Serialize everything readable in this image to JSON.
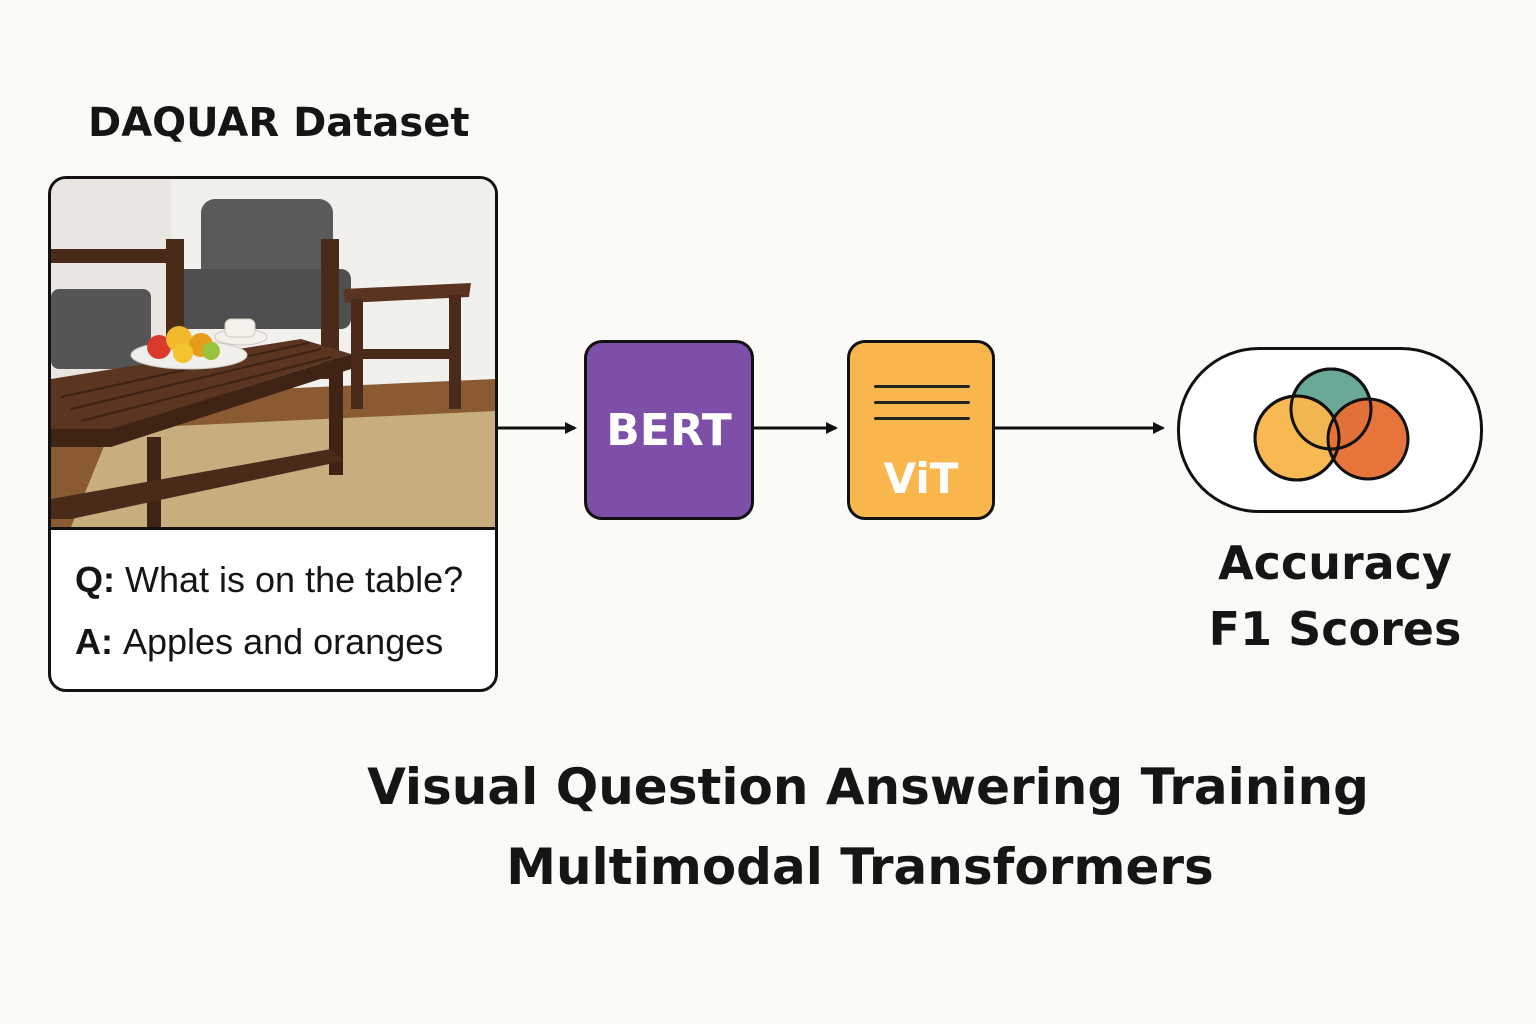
{
  "dataset": {
    "title": "DAQUAR Dataset",
    "question_key": "Q:",
    "question": "What is on the table?",
    "answer_key": "A:",
    "answer": "Apples and oranges"
  },
  "pipeline": {
    "text_encoder": "BERT",
    "vision_encoder": "ViT"
  },
  "metrics": {
    "line1": "Accuracy",
    "line2": "F1 Scores"
  },
  "caption": {
    "line1": "Visual Question Answering Training",
    "line2": "Multimodal Transformers"
  },
  "colors": {
    "bert": "#7d4fa8",
    "vit": "#f8b64c",
    "circle_teal": "#6aa898",
    "circle_yellow": "#f8b64c",
    "circle_orange": "#e56f35",
    "background": "#fcfaf6"
  }
}
